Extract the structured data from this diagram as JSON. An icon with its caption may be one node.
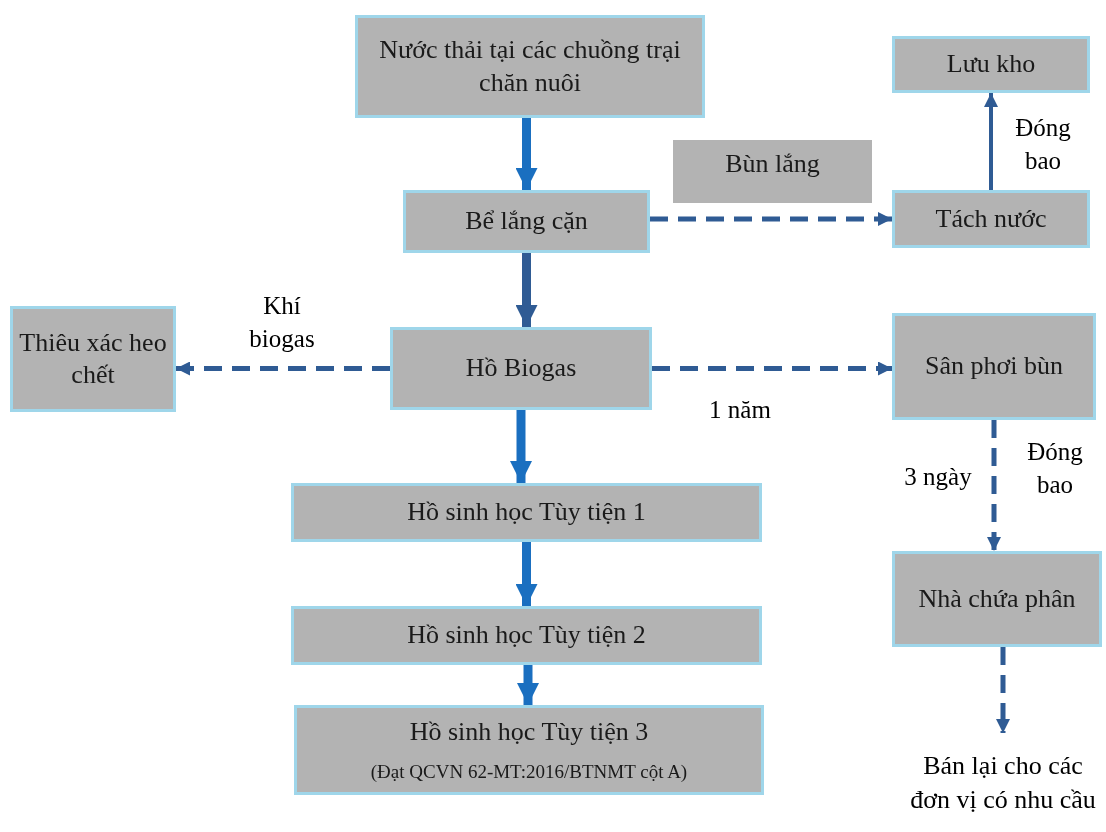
{
  "diagram": {
    "nodes": [
      {
        "text": [
          "Nước thải tại các chuồng trại chăn nuôi"
        ]
      },
      {
        "text": [
          "Bể lắng cặn"
        ]
      },
      {
        "text": [
          "Bùn lắng"
        ]
      },
      {
        "text": [
          "Tách nước"
        ]
      },
      {
        "text": [
          "Lưu kho"
        ]
      },
      {
        "text": [
          "Thiêu xác heo chết"
        ]
      },
      {
        "text": [
          "Hồ Biogas"
        ]
      },
      {
        "text": [
          "Sân phơi bùn"
        ]
      },
      {
        "text": [
          "Hồ sinh học Tùy tiện 1"
        ]
      },
      {
        "text": [
          "Hồ sinh học Tùy tiện 2"
        ]
      },
      {
        "text": [
          "Hồ sinh học Tùy tiện 3",
          "(Đạt QCVN 62-MT:2016/BTNMT cột A)"
        ]
      },
      {
        "text": [
          "Nhà chứa phân"
        ]
      },
      {
        "text": [
          "Bán lại cho các đơn vị có nhu cầu"
        ]
      }
    ],
    "edges": [
      {
        "from": 0,
        "to": 1,
        "arrow": "to",
        "style": "thick",
        "color": "#1a6fc0"
      },
      {
        "from": 1,
        "to": 3,
        "arrow": "to",
        "style": "dashed"
      },
      {
        "from": 3,
        "to": 4,
        "arrow": "to",
        "label": "Đóng bao"
      },
      {
        "from": 1,
        "to": 6,
        "arrow": "to",
        "style": "thick"
      },
      {
        "from": 6,
        "to": 5,
        "arrow": "to",
        "style": "dashed",
        "label": "Khí biogas"
      },
      {
        "from": 6,
        "to": 7,
        "arrow": "to",
        "style": "dashed",
        "label": "1 năm"
      },
      {
        "from": 6,
        "to": 8,
        "arrow": "to",
        "style": "thick",
        "color": "#1a6fc0"
      },
      {
        "from": 8,
        "to": 9,
        "arrow": "to",
        "style": "thick",
        "color": "#1a6fc0"
      },
      {
        "from": 9,
        "to": 10,
        "arrow": "to",
        "style": "thick",
        "color": "#1a6fc0"
      },
      {
        "from": 7,
        "to": 11,
        "arrow": "to",
        "style": "dashed",
        "label": "3 ngày"
      },
      {
        "from": 11,
        "to": 12,
        "arrow": "to",
        "style": "dashed"
      }
    ],
    "labels": [
      "Đóng bao"
    ]
  }
}
